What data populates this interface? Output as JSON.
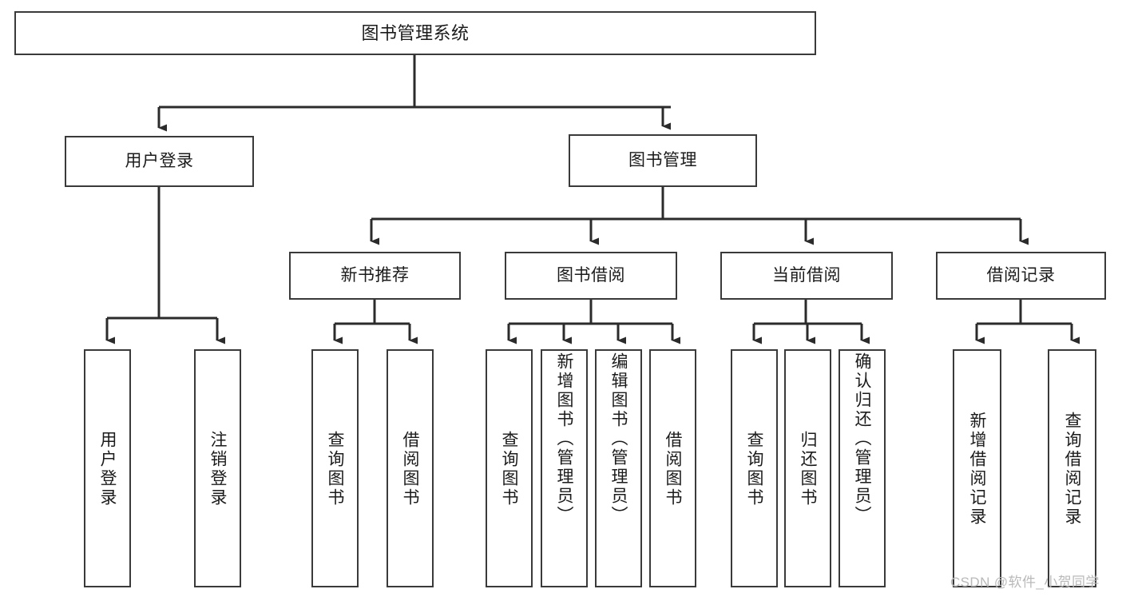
{
  "diagram": {
    "title": "图书管理系统",
    "watermark": "CSDN @软件_小贺同学",
    "colors": {
      "box_border": "#3a3a3a",
      "box_fill": "#ffffff",
      "connector": "#2b2b2b",
      "text": "#1b1b1b",
      "watermark": "#b9b9b9",
      "background": "#ffffff"
    },
    "nodes": {
      "root": {
        "label": "图书管理系统"
      },
      "level2": [
        {
          "id": "user-login",
          "label": "用户登录"
        },
        {
          "id": "book-management",
          "label": "图书管理"
        }
      ],
      "level3": [
        {
          "id": "new-book-recommend",
          "label": "新书推荐"
        },
        {
          "id": "book-borrow",
          "label": "图书借阅"
        },
        {
          "id": "current-borrow",
          "label": "当前借阅"
        },
        {
          "id": "borrow-record",
          "label": "借阅记录"
        }
      ],
      "leaves": {
        "user_login": [
          {
            "id": "leaf-user-login",
            "label": "用户登录"
          },
          {
            "id": "leaf-logout-login",
            "label": "注销登录"
          }
        ],
        "new_book_recommend": [
          {
            "id": "leaf-query-book-1",
            "label": "查询图书"
          },
          {
            "id": "leaf-borrow-book-1",
            "label": "借阅图书"
          }
        ],
        "book_borrow": [
          {
            "id": "leaf-query-book-2",
            "label": "查询图书"
          },
          {
            "id": "leaf-add-book",
            "label": "新增图书（管理员）"
          },
          {
            "id": "leaf-edit-book",
            "label": "编辑图书（管理员）"
          },
          {
            "id": "leaf-borrow-book-2",
            "label": "借阅图书"
          }
        ],
        "current_borrow": [
          {
            "id": "leaf-query-book-3",
            "label": "查询图书"
          },
          {
            "id": "leaf-return-book",
            "label": "归还图书"
          },
          {
            "id": "leaf-confirm-return",
            "label": "确认归还（管理员）"
          }
        ],
        "borrow_record": [
          {
            "id": "leaf-add-record",
            "label": "新增借阅记录"
          },
          {
            "id": "leaf-query-record",
            "label": "查询借阅记录"
          }
        ]
      }
    }
  }
}
